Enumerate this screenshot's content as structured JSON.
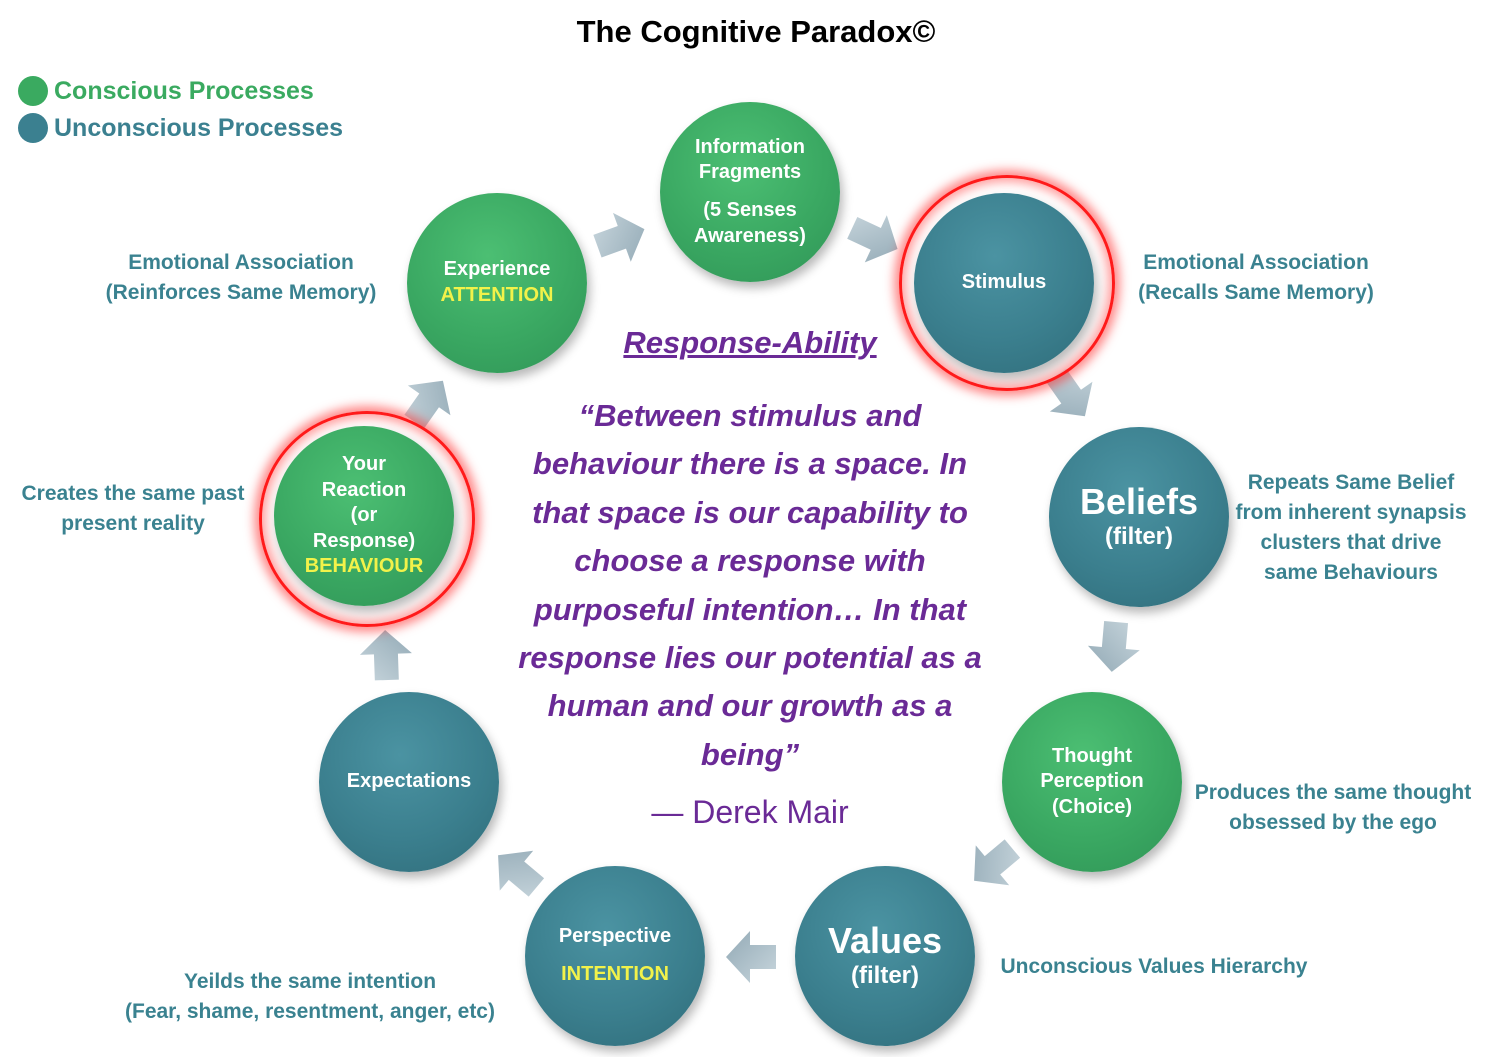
{
  "title": "The Cognitive Paradox©",
  "legend": [
    {
      "label": "Conscious Processes",
      "color": "#3aaa60"
    },
    {
      "label": "Unconscious Processes",
      "color": "#3b8090"
    }
  ],
  "nodes": {
    "information": {
      "line1": "Information",
      "line2": "Fragments",
      "line3": "(5 Senses",
      "line4": "Awareness)",
      "type": "conscious"
    },
    "stimulus": {
      "line1": "Stimulus",
      "type": "unconscious",
      "highlighted": true
    },
    "beliefs": {
      "line1": "Beliefs",
      "line2": "(filter)",
      "type": "unconscious"
    },
    "thought": {
      "line1": "Thought",
      "line2": "Perception",
      "line3": "(Choice)",
      "type": "conscious"
    },
    "values": {
      "line1": "Values",
      "line2": "(filter)",
      "type": "unconscious"
    },
    "perspective": {
      "line1": "Perspective",
      "line2": "INTENTION",
      "type": "unconscious"
    },
    "expectations": {
      "line1": "Expectations",
      "type": "unconscious"
    },
    "reaction": {
      "line1": "Your",
      "line2": "Reaction",
      "line3": "(or",
      "line4": "Response)",
      "line5": "BEHAVIOUR",
      "type": "conscious",
      "highlighted": true
    },
    "experience": {
      "line1": "Experience",
      "line2": "ATTENTION",
      "type": "conscious"
    }
  },
  "annotations": {
    "experience": {
      "line1": "Emotional Association",
      "line2": "(Reinforces Same Memory)"
    },
    "stimulus": {
      "line1": "Emotional  Association",
      "line2": "(Recalls Same Memory)"
    },
    "beliefs": {
      "line1": "Repeats Same Belief",
      "line2": "from inherent synapsis",
      "line3": "clusters that drive",
      "line4": "same Behaviours"
    },
    "thought": {
      "line1": "Produces the same thought",
      "line2": "obsessed by the ego"
    },
    "values": {
      "line1": "Unconscious Values Hierarchy"
    },
    "perspective": {
      "line1": "Yeilds the same intention",
      "line2": "(Fear, shame, resentment, anger, etc)"
    },
    "reaction": {
      "line1": "Creates the same past",
      "line2": "present reality"
    }
  },
  "center": {
    "heading": "Response-Ability",
    "quote_lines": [
      "“Between stimulus and",
      "behaviour there is a space. In",
      "that space is our capability to",
      "choose a response with",
      "purposeful intention… In that",
      "response lies our potential as a",
      "human and our growth as a",
      "being”"
    ],
    "author": "— Derek Mair"
  },
  "colors": {
    "conscious": "#3aaa60",
    "unconscious": "#3b8090",
    "highlight_ring": "#ff1a1a",
    "keyword": "#f2f24a",
    "quote": "#6a2a96",
    "annotation": "#3a8290",
    "arrow": "#a9bcc6"
  }
}
